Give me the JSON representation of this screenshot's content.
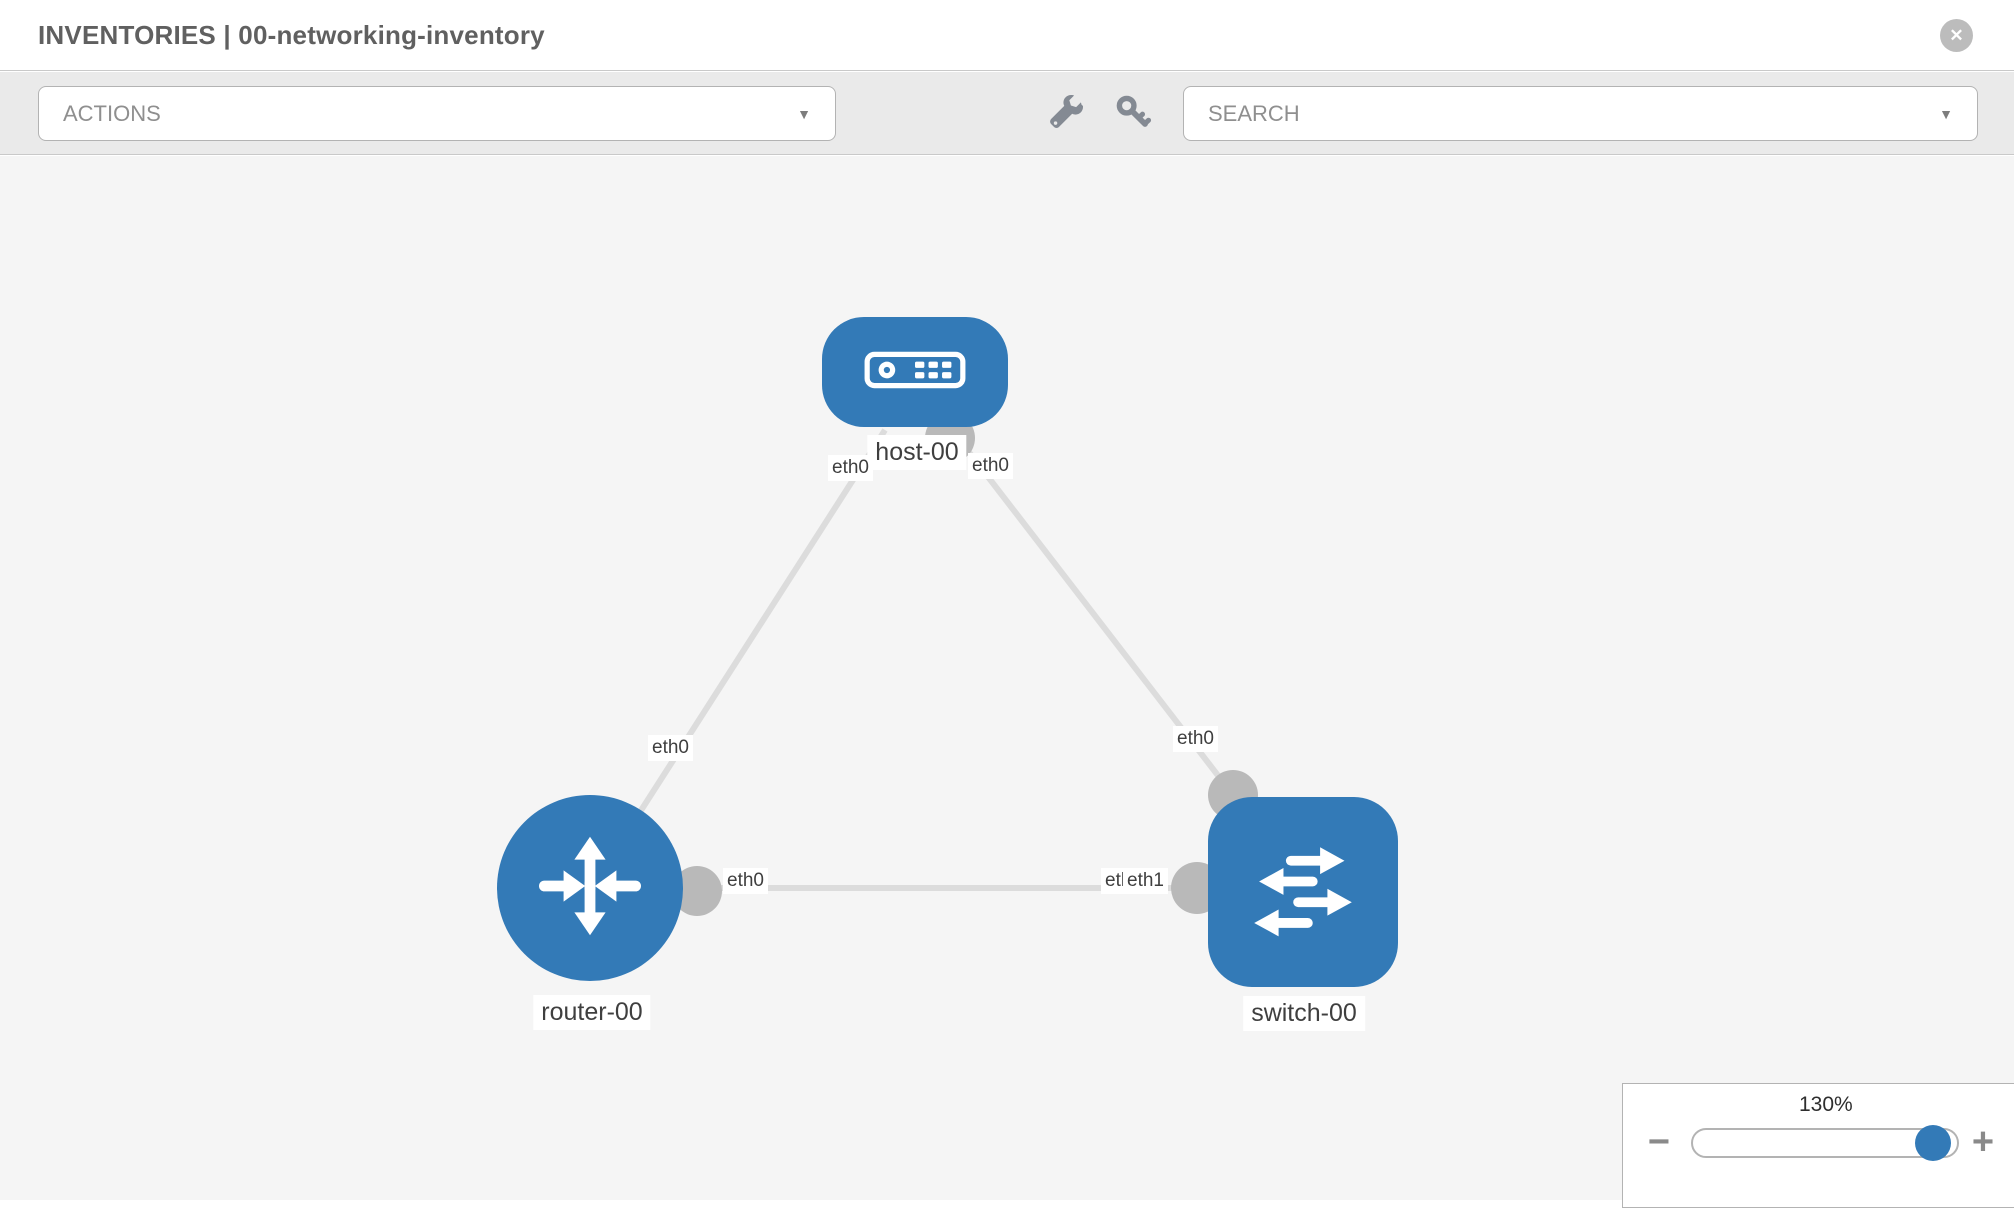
{
  "header": {
    "title": "INVENTORIES | 00-networking-inventory"
  },
  "toolbar": {
    "actions_placeholder": "ACTIONS",
    "search_placeholder": "SEARCH"
  },
  "icons": {
    "close": "✕",
    "caret_down": "▼",
    "minus": "−",
    "plus": "+"
  },
  "topology": {
    "nodes": [
      {
        "label": "host-00",
        "type": "host"
      },
      {
        "label": "router-00",
        "type": "router"
      },
      {
        "label": "switch-00",
        "type": "switch"
      }
    ],
    "interfaces": {
      "host_to_router_at_host": "eth0",
      "host_to_router_at_router": "eth0",
      "host_to_switch_at_host": "eth0",
      "host_to_switch_at_switch": "eth0",
      "router_to_switch_at_router": "eth0",
      "router_to_switch_at_switch_under": "eth0",
      "router_to_switch_at_switch": "eth1"
    }
  },
  "zoom_control": {
    "level_label": "130%",
    "percent": 130
  },
  "colors": {
    "node_blue": "#337ab7",
    "edge_gray": "#dcdcdc",
    "connector_gray": "#b9b9b9",
    "toolbar_bg": "#eaeaea",
    "canvas_bg": "#f5f5f5",
    "icon_gray": "#848a93"
  }
}
